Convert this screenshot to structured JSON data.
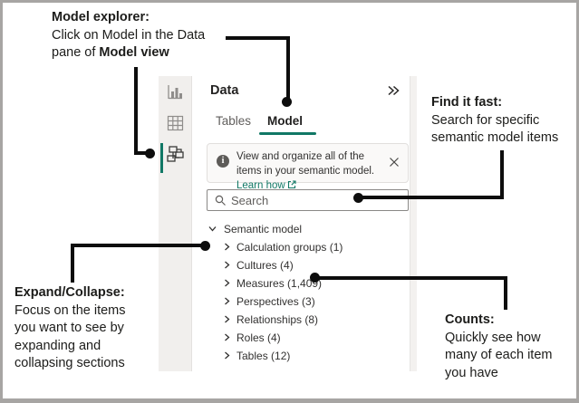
{
  "annotations": {
    "model_explorer": {
      "title": "Model explorer:",
      "line1": "Click on Model in the Data",
      "line2_prefix": "pane of ",
      "line2_bold": "Model view"
    },
    "find_it_fast": {
      "title": "Find it fast:",
      "line1": "Search for specific",
      "line2": "semantic model items"
    },
    "expand_collapse": {
      "title": "Expand/Collapse:",
      "lines": [
        "Focus on the items",
        "you want to see by",
        "expanding and",
        "collapsing sections"
      ]
    },
    "counts": {
      "title": "Counts:",
      "lines": [
        "Quickly see how",
        "many of each item",
        "you have"
      ]
    }
  },
  "pane": {
    "title": "Data",
    "tabs": [
      {
        "label": "Tables",
        "active": false
      },
      {
        "label": "Model",
        "active": true
      }
    ],
    "info": {
      "line1": "View and organize all of the items in",
      "line2": "your semantic model.",
      "link_label": "Learn how"
    },
    "search": {
      "placeholder": "Search"
    },
    "tree": {
      "root": "Semantic model",
      "items": [
        "Calculation groups (1)",
        "Cultures (4)",
        "Measures (1,409)",
        "Perspectives (3)",
        "Relationships (8)",
        "Roles (4)",
        "Tables (12)"
      ]
    }
  },
  "colors": {
    "accent_teal": "#117865",
    "frame_gray": "#a7a5a3",
    "callout_black": "#0d0d0d"
  }
}
